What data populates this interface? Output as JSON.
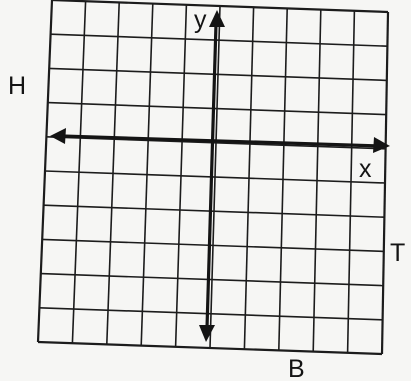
{
  "diagram": {
    "grid": {
      "columns": 10,
      "rows": 10
    },
    "axes": {
      "x_label": "x",
      "y_label": "y"
    },
    "points": [
      {
        "label": "H"
      },
      {
        "label": "T"
      },
      {
        "label": "B"
      }
    ],
    "colors": {
      "ink": "#141414",
      "paper": "#f6f6f4",
      "grid": "#1c1c1c"
    }
  }
}
